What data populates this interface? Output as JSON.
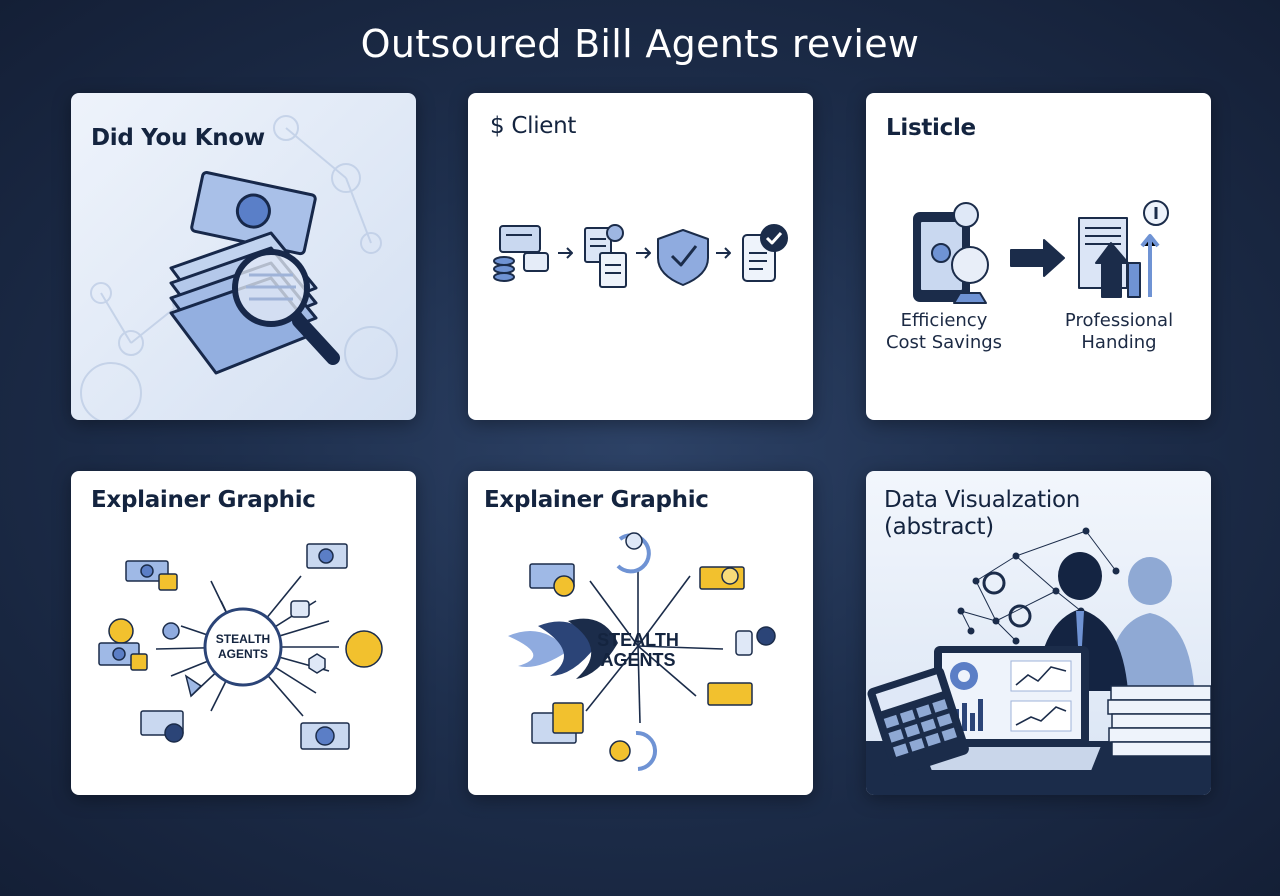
{
  "title": "Outsoured Bill Agents review",
  "cards": [
    {
      "title": "Did You Know"
    },
    {
      "title": "$ Client"
    },
    {
      "title": "Listicle",
      "left_caption_1": "Efficiency",
      "left_caption_2": "Cost Savings",
      "right_caption_1": "Professional",
      "right_caption_2": "Handing"
    },
    {
      "title": "Explainer Graphic",
      "hub_line_1": "STEALTH",
      "hub_line_2": "AGENTS"
    },
    {
      "title": "Explainer Graphic",
      "hub_line_1": "STEALTH",
      "hub_line_2": "AGENTS"
    },
    {
      "title_line_1": "Data Visualzation",
      "title_line_2": "(abstract)"
    }
  ],
  "colors": {
    "navy": "#1b2c4a",
    "accent_blue": "#6f93d4",
    "gold": "#f2c12e",
    "light_blue": "#cfdcf2"
  }
}
